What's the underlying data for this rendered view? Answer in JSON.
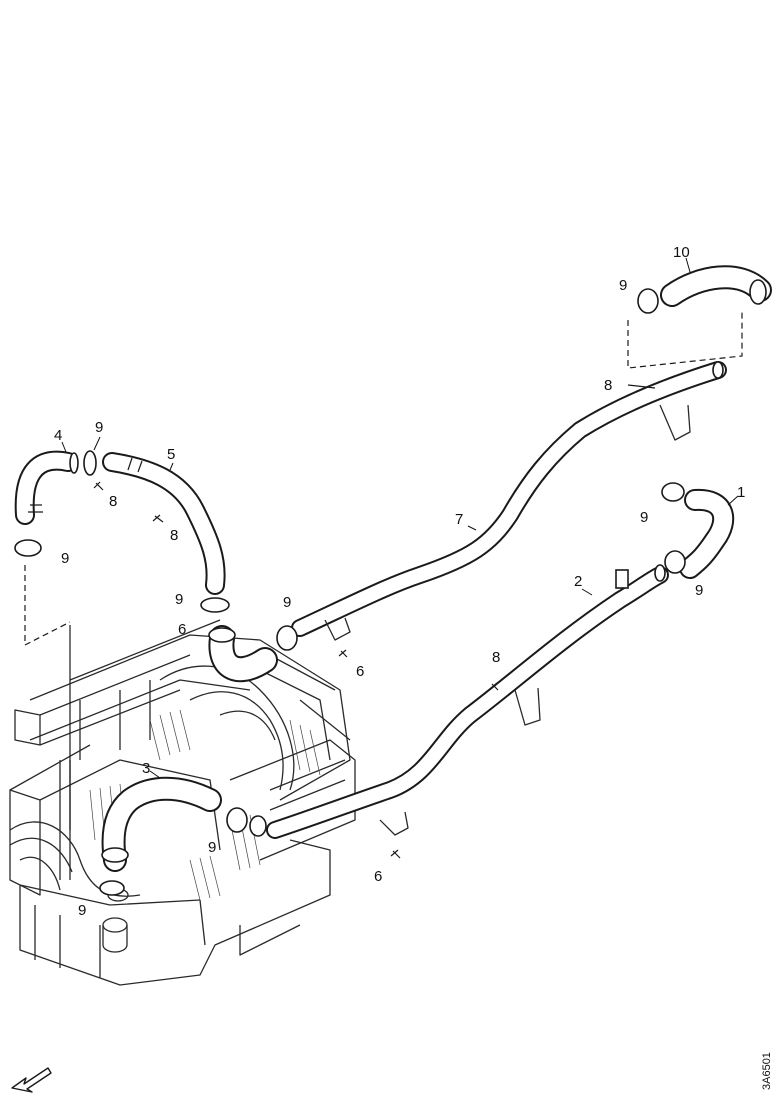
{
  "callouts": {
    "c1": "1",
    "c2": "2",
    "c3": "3",
    "c4": "4",
    "c5": "5",
    "c6": "6",
    "c7": "7",
    "c8": "8",
    "c9": "9",
    "c10": "10"
  },
  "figure_ref": "3A6501",
  "icons": {
    "direction_arrow": "front-direction-arrow-icon"
  }
}
